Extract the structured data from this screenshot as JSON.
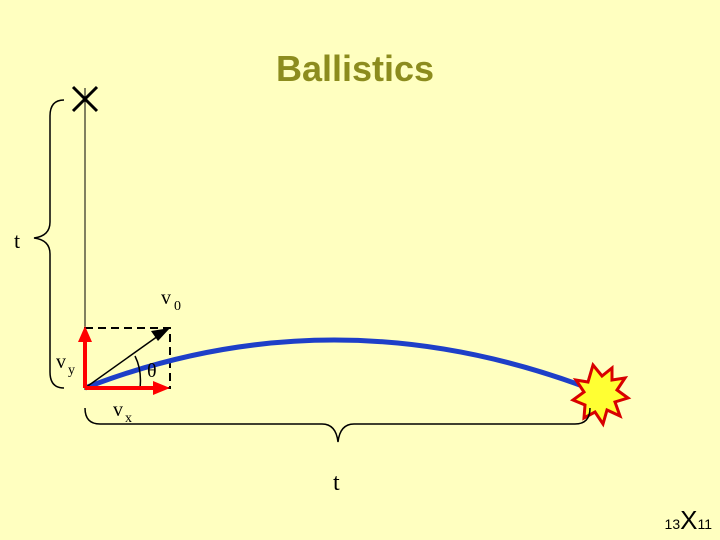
{
  "slide": {
    "title": "Ballistics",
    "labels": {
      "vertical_time": "t",
      "horizontal_time": "t",
      "initial_velocity": "v",
      "initial_velocity_sub": "0",
      "vy": "v",
      "vy_sub": "y",
      "vx": "v",
      "vx_sub": "x",
      "angle": "θ"
    },
    "footer": {
      "left": "13",
      "separator": "X",
      "right": "11"
    }
  },
  "colors": {
    "background": "#FFFFC0",
    "title": "#8C8C1E",
    "trajectory": "#1E3FC8",
    "components": "#FF0000",
    "explosion_outer": "#D80000",
    "explosion_inner": "#FFFF33"
  }
}
